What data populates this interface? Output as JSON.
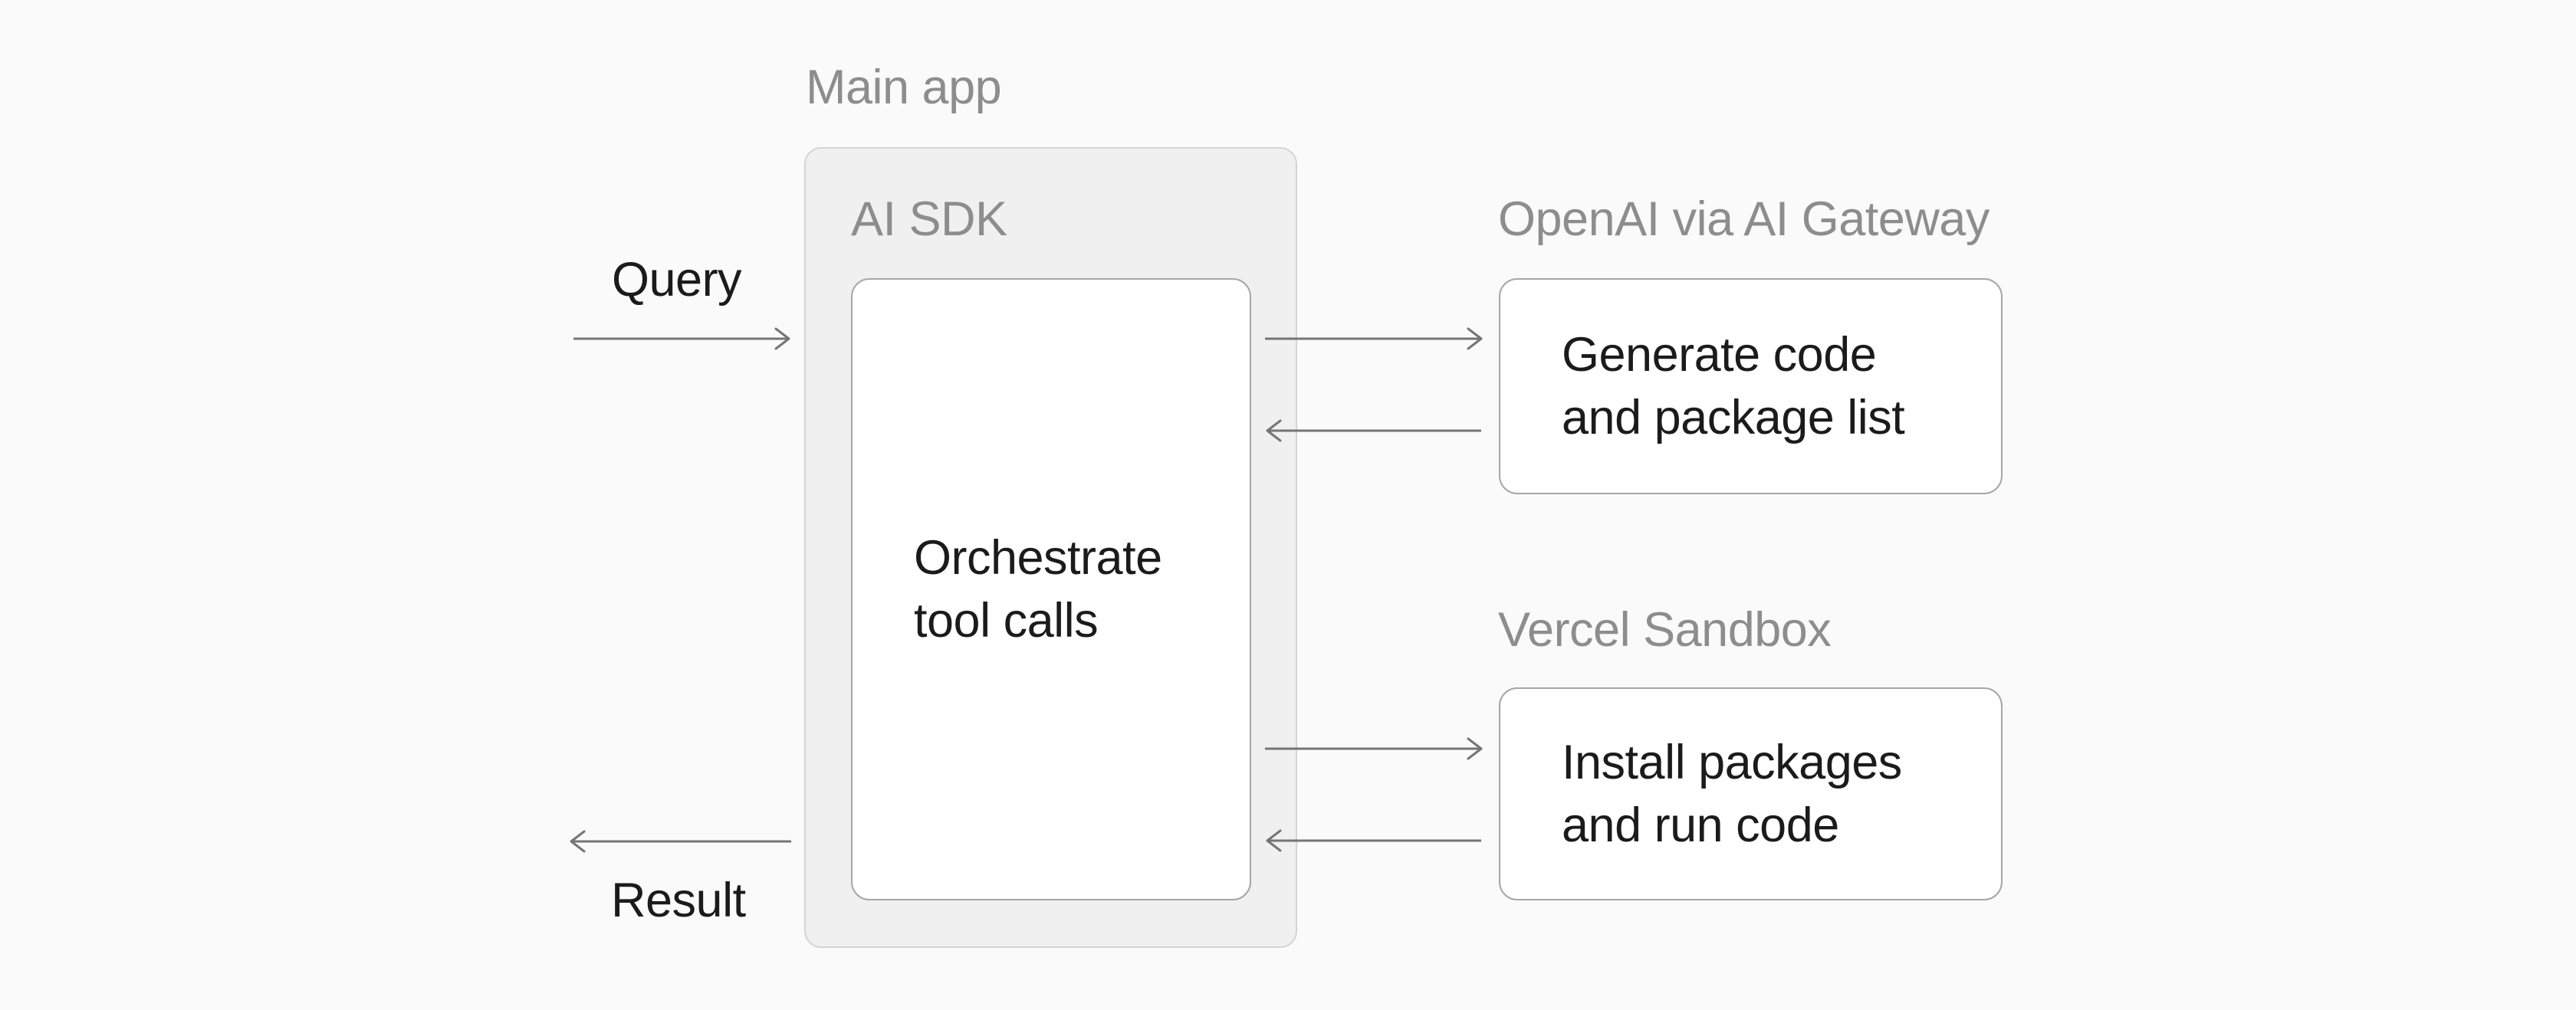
{
  "diagram": {
    "main_app_label": "Main app",
    "sdk_container": {
      "label": "AI SDK",
      "node_text": "Orchestrate\ntool calls"
    },
    "external_services": [
      {
        "label": "OpenAI via AI Gateway",
        "node_text": "Generate code\nand package list"
      },
      {
        "label": "Vercel Sandbox",
        "node_text": "Install packages\nand run code"
      }
    ],
    "io_labels": {
      "input": "Query",
      "output": "Result"
    },
    "colors": {
      "background": "#fafafa",
      "container_fill": "#f0f0f0",
      "container_border": "#d4d4d4",
      "node_fill": "#ffffff",
      "node_border": "#a6a6a6",
      "label_text": "#8d8d8d",
      "node_text": "#1b1b1b",
      "arrow": "#757575"
    }
  }
}
